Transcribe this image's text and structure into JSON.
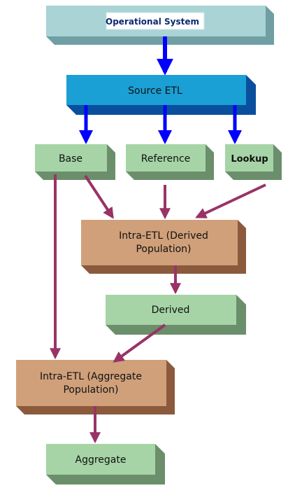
{
  "diagram": {
    "boxes": {
      "operational_system": "Operational System",
      "source_etl": "Source ETL",
      "base": "Base",
      "reference": "Reference",
      "lookup": "Lookup",
      "intra_etl_derived": [
        "Intra-ETL (Derived",
        "Population)"
      ],
      "derived": "Derived",
      "intra_etl_aggregate": [
        "Intra-ETL (Aggregate",
        "Population)"
      ],
      "aggregate": "Aggregate"
    },
    "colors": {
      "operational_front": "#a9d3d5",
      "operational_side": "#6f9fa3",
      "source_front": "#1aa0d4",
      "source_side": "#0a4f9e",
      "green_front": "#a6d4a6",
      "green_side": "#6b8e6b",
      "brown_front": "#d0a07a",
      "brown_side": "#8b5a3c",
      "blue_arrow": "#0000ff",
      "purple_arrow": "#993366",
      "text": "#111111",
      "title_text": "#0b2a6e"
    }
  }
}
